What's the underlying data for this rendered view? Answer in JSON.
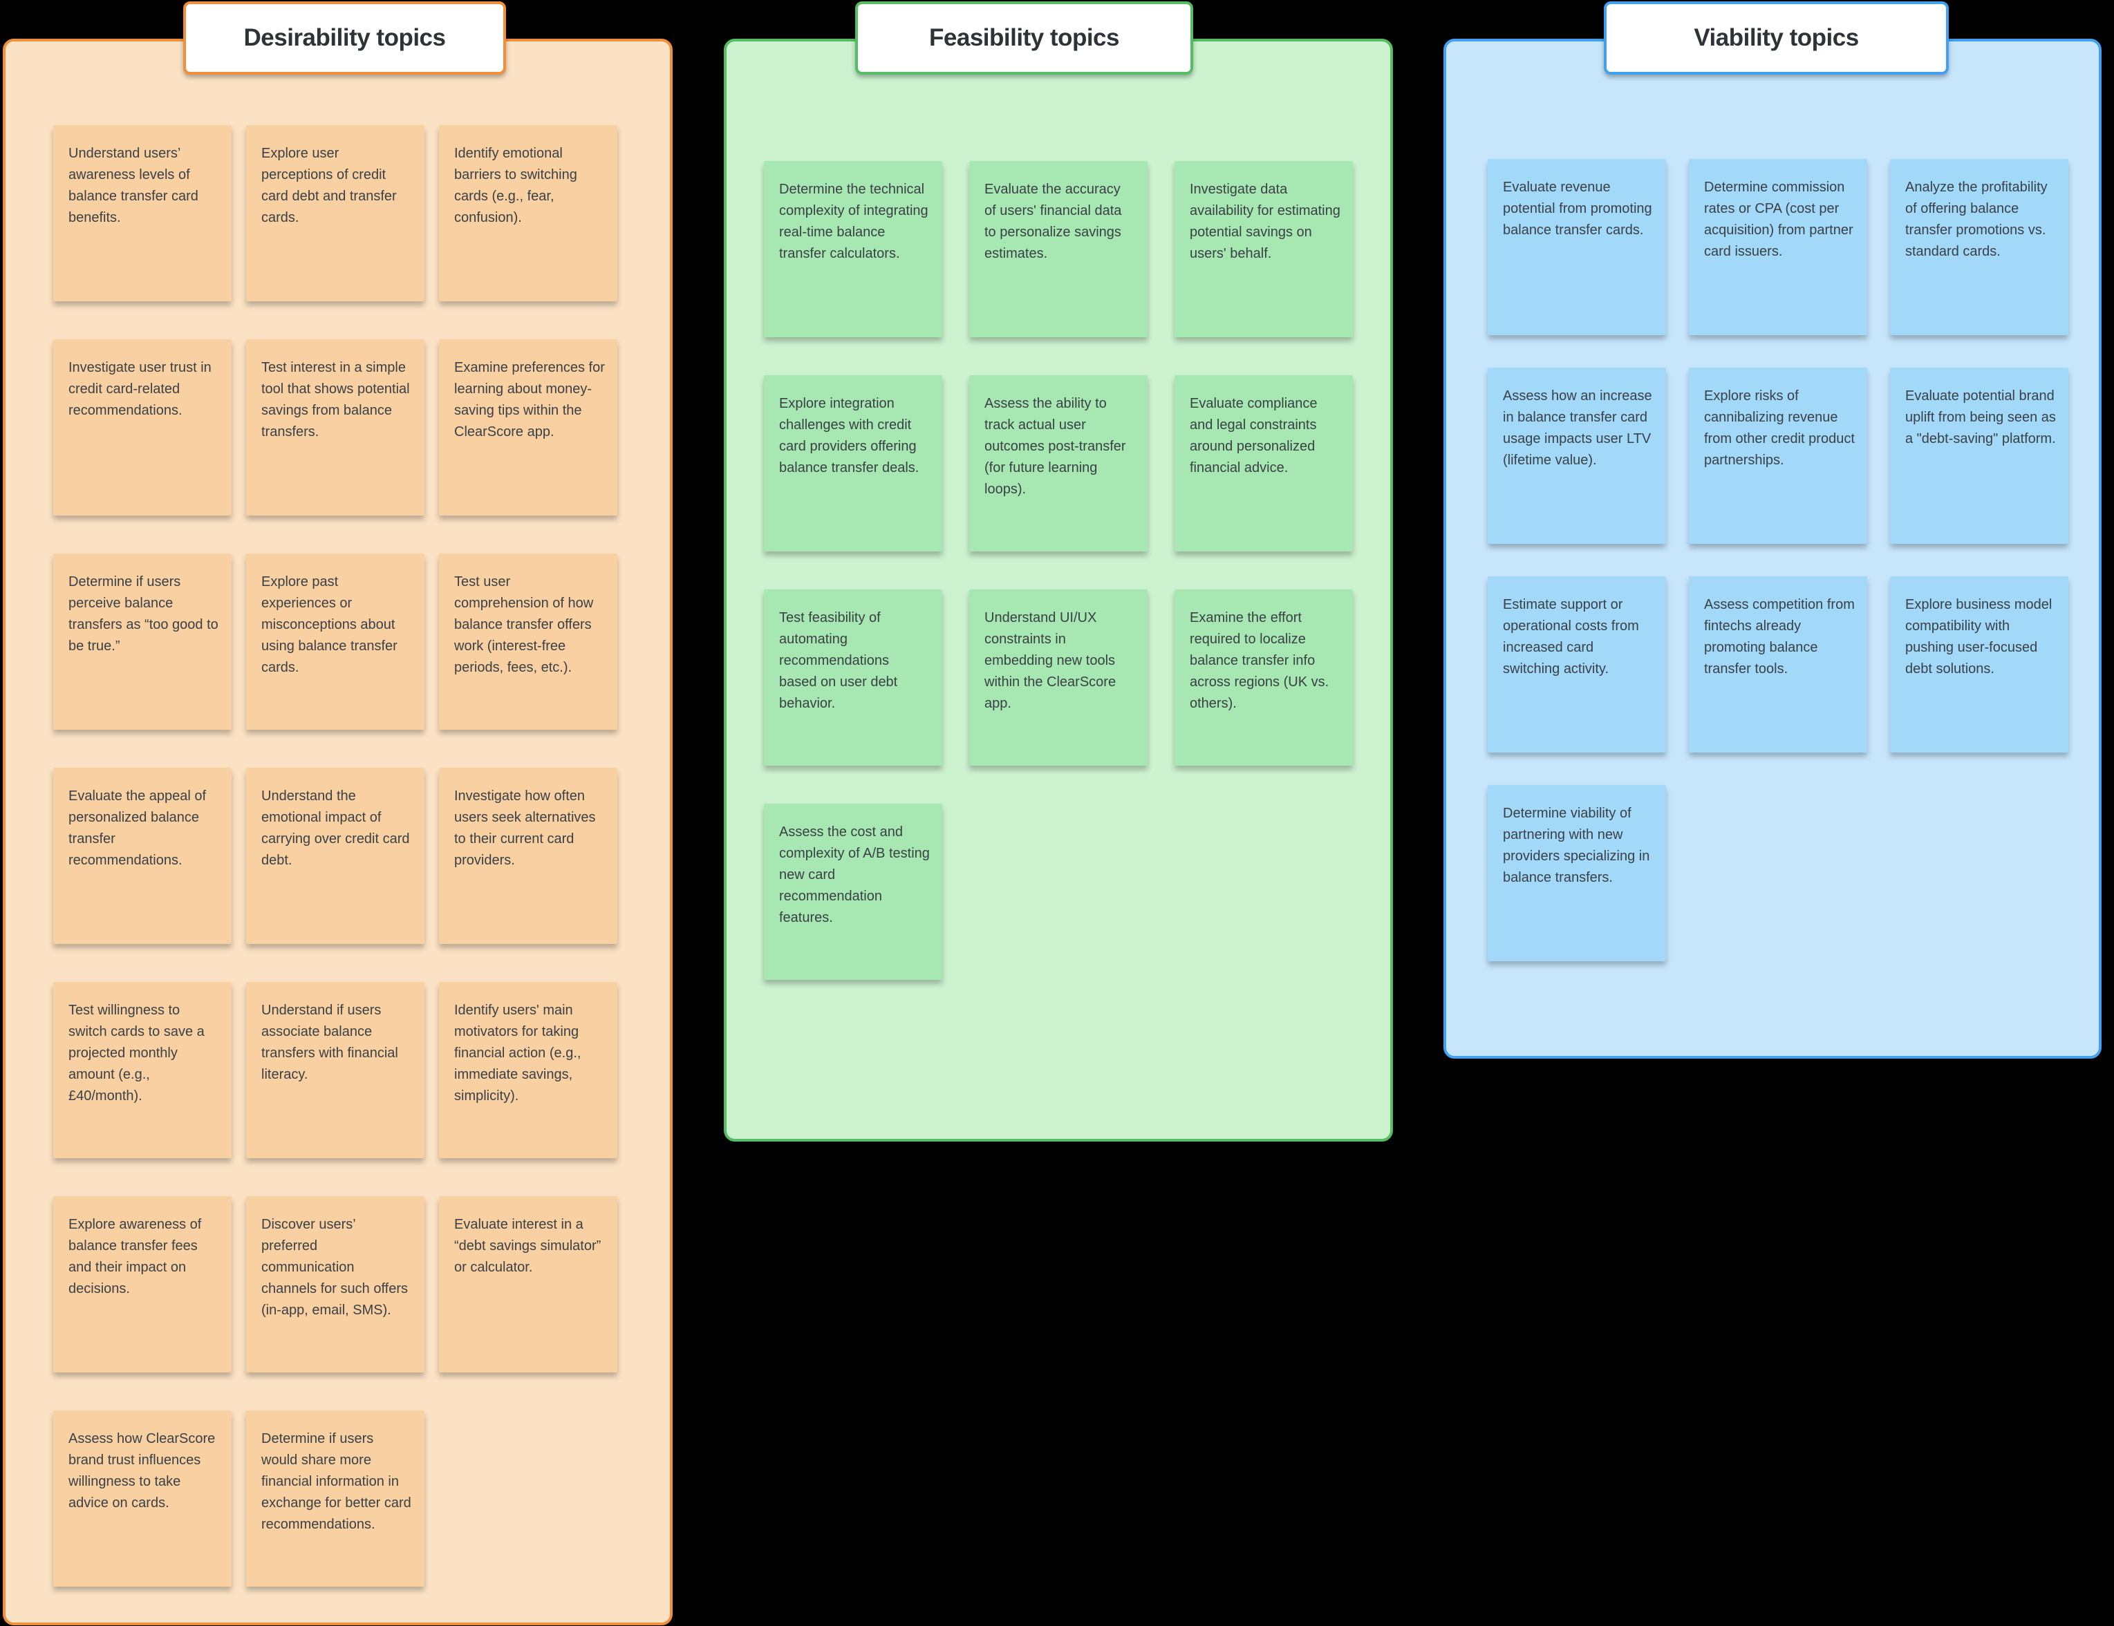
{
  "board": {
    "background": "#000000",
    "sections": [
      {
        "id": "desirability",
        "title": "Desirability topics",
        "border_color": "#F0903C",
        "panel_fill": "#FBE2C4",
        "note_fill": "#F8D0A1",
        "notes": [
          "Understand users’ awareness levels of balance transfer card benefits.",
          "Explore user perceptions of credit card debt and transfer cards.",
          "Identify emotional barriers to switching cards (e.g., fear, confusion).",
          "Investigate user trust in credit card-related recommendations.",
          "Test interest in a simple tool that shows potential savings from balance transfers.",
          "Examine preferences for learning about money-saving tips within the ClearScore app.",
          "Determine if users perceive balance transfers as “too good to be true.”",
          "Explore past experiences or misconceptions about using balance transfer cards.",
          "Test user comprehension of how balance transfer offers work (interest-free periods, fees, etc.).",
          "Evaluate the appeal of personalized balance transfer recommendations.",
          "Understand the emotional impact of carrying over credit card debt.",
          "Investigate how often users seek alternatives to their current card providers.",
          "Test willingness to switch cards to save a projected monthly amount (e.g., £40/month).",
          "Understand if users associate balance transfers with financial literacy.",
          "Identify users' main motivators for taking financial action (e.g., immediate savings, simplicity).",
          "Explore awareness of balance transfer fees and their impact on decisions.",
          "Discover users’ preferred communication channels for such offers (in-app, email, SMS).",
          "Evaluate interest in a “debt savings simulator” or calculator.",
          "Assess how ClearScore brand trust influences willingness to take advice on cards.",
          "Determine if users would share more financial information in exchange for better card recommendations."
        ]
      },
      {
        "id": "feasibility",
        "title": "Feasibility topics",
        "border_color": "#55BE64",
        "panel_fill": "#CDF2D0",
        "note_fill": "#A7E7B1",
        "notes": [
          "Determine the technical complexity of integrating real-time balance transfer calculators.",
          "Evaluate the accuracy of users' financial data to personalize savings estimates.",
          "Investigate data availability for estimating potential savings on users' behalf.",
          "Explore integration challenges with credit card providers offering balance transfer deals.",
          "Assess the ability to track actual user outcomes post-transfer (for future learning loops).",
          "Evaluate compliance and legal constraints around personalized financial advice.",
          "Test feasibility of automating recommendations based on user debt behavior.",
          "Understand UI/UX constraints in embedding new tools within the ClearScore app.",
          "Examine the effort required to localize balance transfer info across regions (UK vs. others).",
          "Assess the cost and complexity of A/B testing new card recommendation features."
        ]
      },
      {
        "id": "viability",
        "title": "Viability topics",
        "border_color": "#42A0EE",
        "panel_fill": "#C7E6FC",
        "note_fill": "#A2D8F8",
        "notes": [
          "Evaluate revenue potential from promoting balance transfer cards.",
          "Determine commission rates or CPA (cost per acquisition) from partner card issuers.",
          "Analyze the profitability of offering balance transfer promotions vs. standard cards.",
          "Assess how an increase in balance transfer card usage impacts user LTV (lifetime value).",
          "Explore risks of cannibalizing revenue from other credit product partnerships.",
          "Evaluate potential brand uplift from being seen as a \"debt-saving\" platform.",
          "Estimate support or operational costs from increased card switching activity.",
          "Assess competition from fintechs already promoting balance transfer tools.",
          "Explore business model compatibility with pushing user-focused debt solutions.",
          "Determine viability of partnering with new providers specializing in balance transfers."
        ]
      }
    ]
  }
}
